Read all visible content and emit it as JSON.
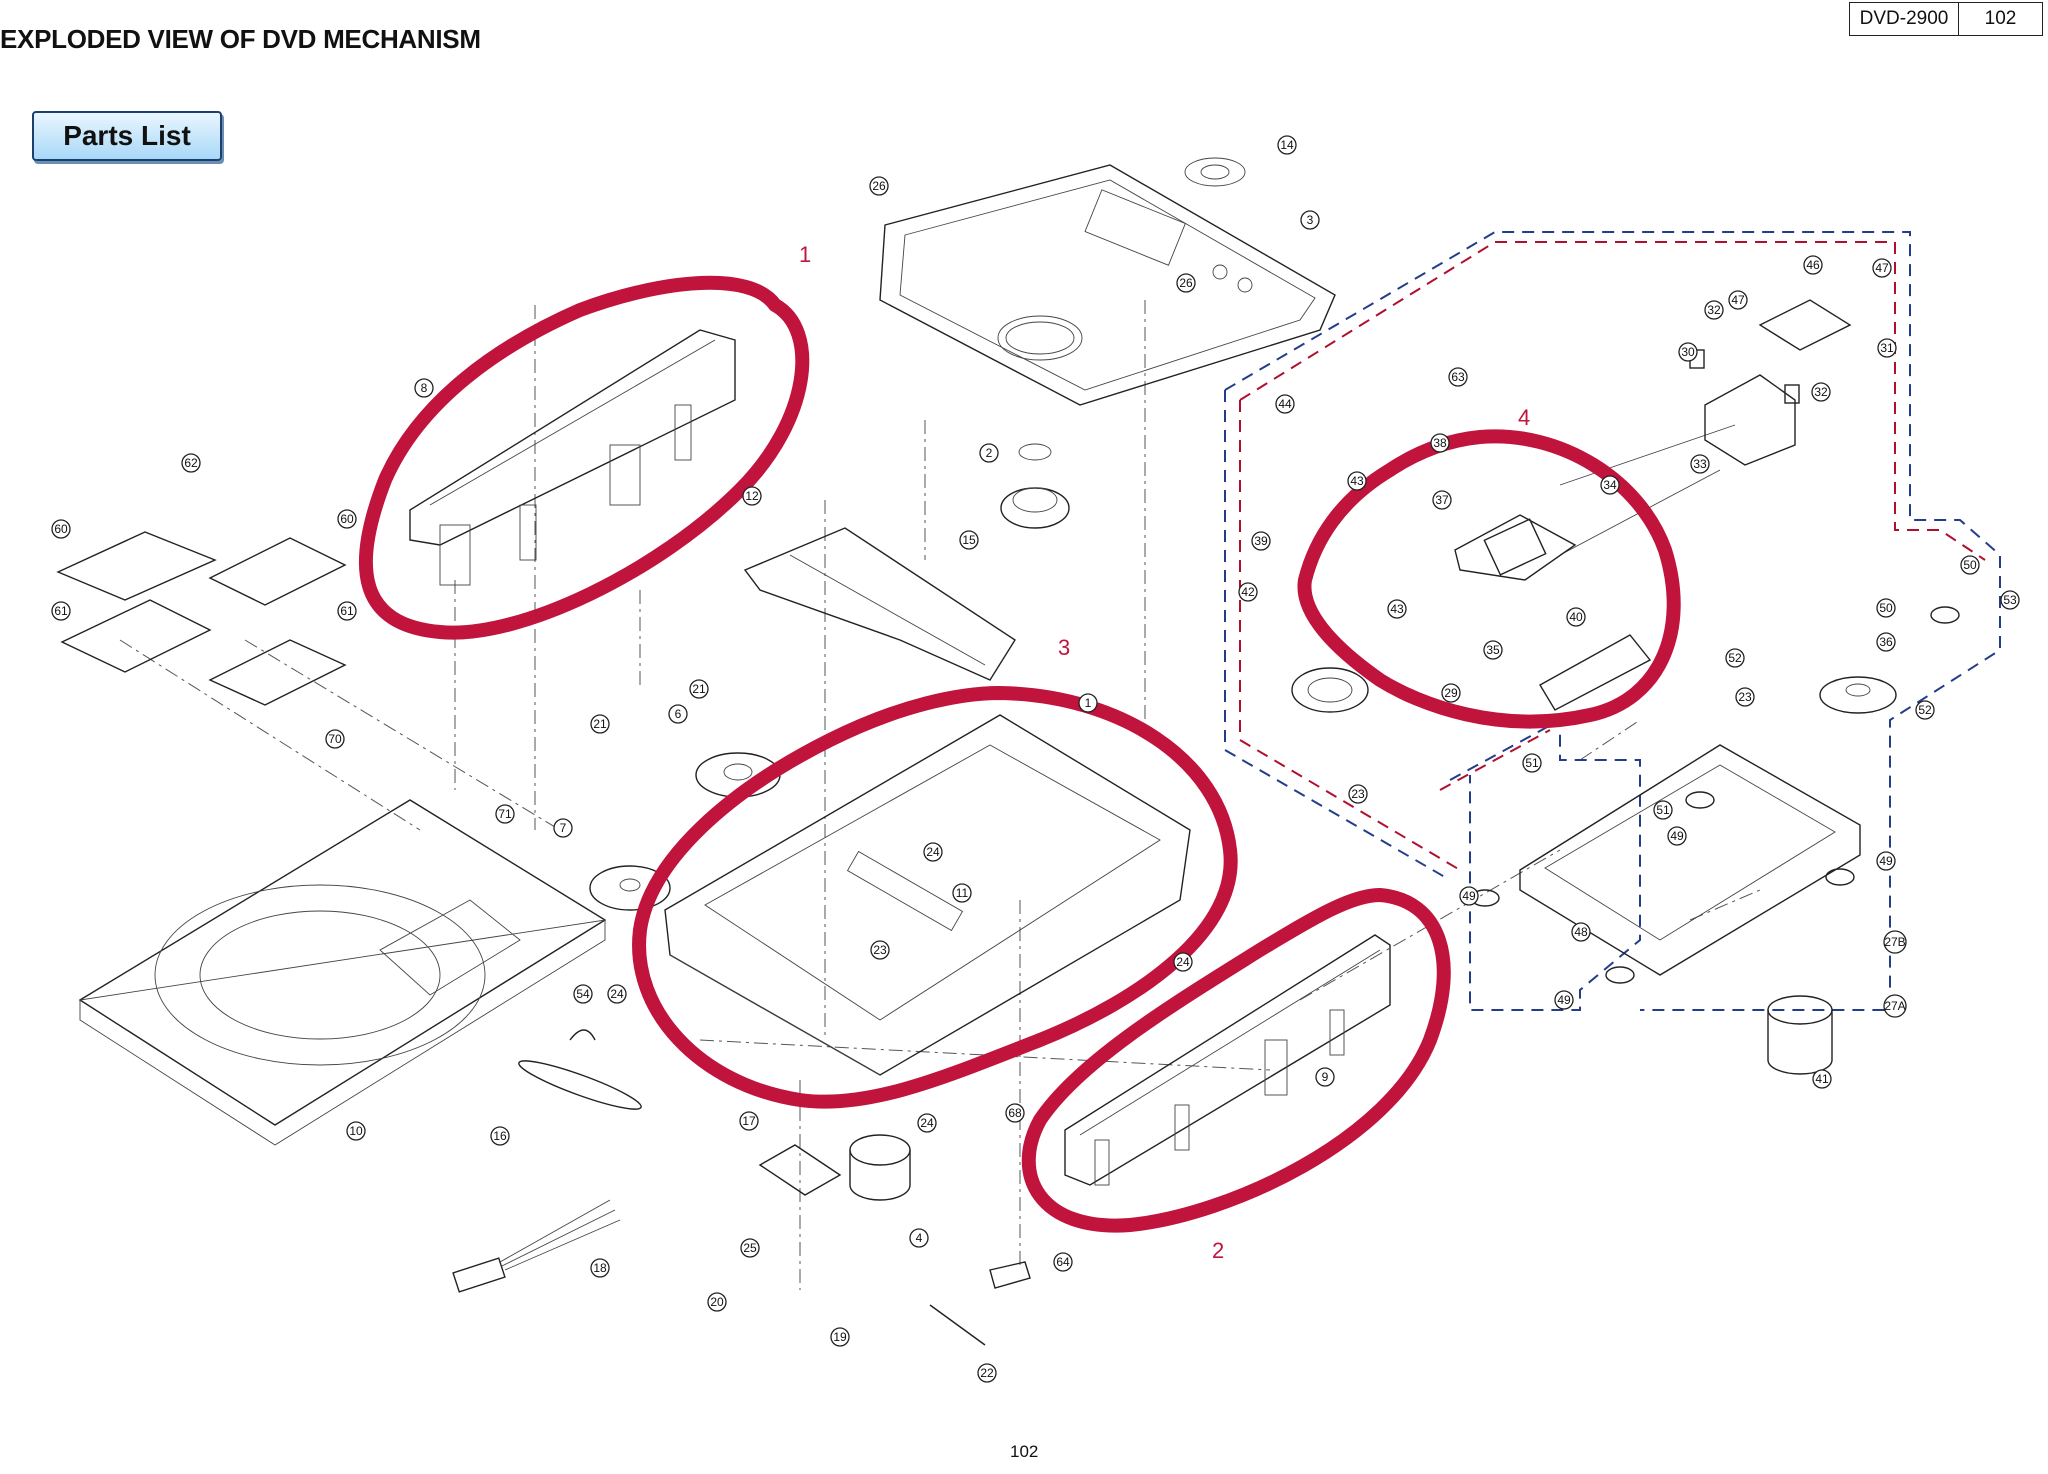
{
  "header": {
    "title": "EXPLODED VIEW OF DVD MECHANISM",
    "model": "DVD-2900",
    "page_ref": "102"
  },
  "parts_list_button": {
    "label": "Parts  List"
  },
  "footer": {
    "page_number": "102"
  },
  "annotations": {
    "color": "#c0143c",
    "labels": [
      "1",
      "2",
      "3",
      "4"
    ]
  },
  "callouts": [
    {
      "id": "c1",
      "label": "1"
    },
    {
      "id": "c2",
      "label": "2"
    },
    {
      "id": "c3",
      "label": "3"
    },
    {
      "id": "c4",
      "label": "4"
    },
    {
      "id": "c6",
      "label": "6"
    },
    {
      "id": "c7",
      "label": "7"
    },
    {
      "id": "c8",
      "label": "8"
    },
    {
      "id": "c9",
      "label": "9"
    },
    {
      "id": "c10",
      "label": "10"
    },
    {
      "id": "c11",
      "label": "11"
    },
    {
      "id": "c12",
      "label": "12"
    },
    {
      "id": "c14",
      "label": "14"
    },
    {
      "id": "c15",
      "label": "15"
    },
    {
      "id": "c16",
      "label": "16"
    },
    {
      "id": "c17",
      "label": "17"
    },
    {
      "id": "c18",
      "label": "18"
    },
    {
      "id": "c19",
      "label": "19"
    },
    {
      "id": "c20",
      "label": "20"
    },
    {
      "id": "c21a",
      "label": "21"
    },
    {
      "id": "c21b",
      "label": "21"
    },
    {
      "id": "c22",
      "label": "22"
    },
    {
      "id": "c23a",
      "label": "23"
    },
    {
      "id": "c23b",
      "label": "23"
    },
    {
      "id": "c23c",
      "label": "23"
    },
    {
      "id": "c24a",
      "label": "24"
    },
    {
      "id": "c24b",
      "label": "24"
    },
    {
      "id": "c24c",
      "label": "24"
    },
    {
      "id": "c24d",
      "label": "24"
    },
    {
      "id": "c25",
      "label": "25"
    },
    {
      "id": "c26a",
      "label": "26"
    },
    {
      "id": "c26b",
      "label": "26"
    },
    {
      "id": "c27a",
      "label": "27A"
    },
    {
      "id": "c27b",
      "label": "27B"
    },
    {
      "id": "c29",
      "label": "29"
    },
    {
      "id": "c30",
      "label": "30"
    },
    {
      "id": "c31",
      "label": "31"
    },
    {
      "id": "c32a",
      "label": "32"
    },
    {
      "id": "c32b",
      "label": "32"
    },
    {
      "id": "c33",
      "label": "33"
    },
    {
      "id": "c34",
      "label": "34"
    },
    {
      "id": "c35",
      "label": "35"
    },
    {
      "id": "c36",
      "label": "36"
    },
    {
      "id": "c37",
      "label": "37"
    },
    {
      "id": "c38",
      "label": "38"
    },
    {
      "id": "c39",
      "label": "39"
    },
    {
      "id": "c40",
      "label": "40"
    },
    {
      "id": "c41",
      "label": "41"
    },
    {
      "id": "c42",
      "label": "42"
    },
    {
      "id": "c43a",
      "label": "43"
    },
    {
      "id": "c43b",
      "label": "43"
    },
    {
      "id": "c44",
      "label": "44"
    },
    {
      "id": "c46",
      "label": "46"
    },
    {
      "id": "c47a",
      "label": "47"
    },
    {
      "id": "c47b",
      "label": "47"
    },
    {
      "id": "c48",
      "label": "48"
    },
    {
      "id": "c49a",
      "label": "49"
    },
    {
      "id": "c49b",
      "label": "49"
    },
    {
      "id": "c49c",
      "label": "49"
    },
    {
      "id": "c49d",
      "label": "49"
    },
    {
      "id": "c50a",
      "label": "50"
    },
    {
      "id": "c50b",
      "label": "50"
    },
    {
      "id": "c51a",
      "label": "51"
    },
    {
      "id": "c51b",
      "label": "51"
    },
    {
      "id": "c52a",
      "label": "52"
    },
    {
      "id": "c52b",
      "label": "52"
    },
    {
      "id": "c53",
      "label": "53"
    },
    {
      "id": "c54",
      "label": "54"
    },
    {
      "id": "c60a",
      "label": "60"
    },
    {
      "id": "c60b",
      "label": "60"
    },
    {
      "id": "c61a",
      "label": "61"
    },
    {
      "id": "c61b",
      "label": "61"
    },
    {
      "id": "c62",
      "label": "62"
    },
    {
      "id": "c63",
      "label": "63"
    },
    {
      "id": "c64",
      "label": "64"
    },
    {
      "id": "c68",
      "label": "68"
    },
    {
      "id": "c70",
      "label": "70"
    },
    {
      "id": "c71",
      "label": "71"
    }
  ]
}
